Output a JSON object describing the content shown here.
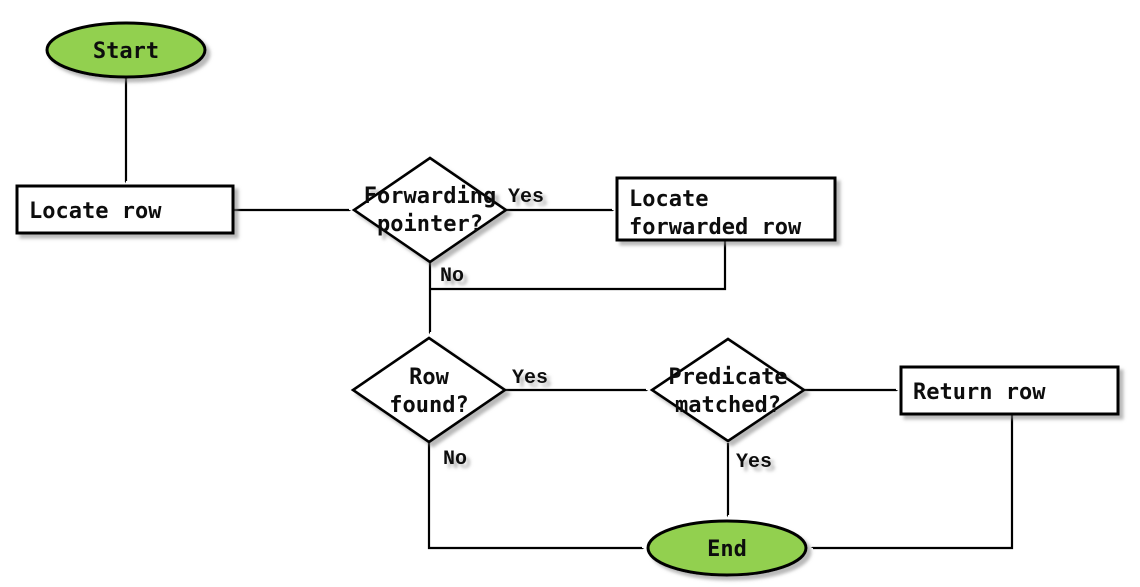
{
  "diagram": {
    "type": "flowchart",
    "background_color": "#ffffff",
    "colors": {
      "terminator_fill": "#92d050",
      "shape_stroke": "#000000",
      "process_fill": "#ffffff",
      "text_color": "#111111"
    },
    "nodes": {
      "start": {
        "type": "terminator",
        "label": "Start"
      },
      "locate_row": {
        "type": "process",
        "label": "Locate row"
      },
      "forwarding_pointer": {
        "type": "decision",
        "line1": "Forwarding",
        "line2": "pointer?"
      },
      "locate_forwarded_row": {
        "type": "process",
        "line1": "Locate",
        "line2": "forwarded row"
      },
      "row_found": {
        "type": "decision",
        "line1": "Row",
        "line2": "found?"
      },
      "predicate_matched": {
        "type": "decision",
        "line1": "Predicate",
        "line2": "matched?"
      },
      "return_row": {
        "type": "process",
        "label": "Return row"
      },
      "end": {
        "type": "terminator",
        "label": "End"
      }
    },
    "edge_labels": {
      "forwarding_pointer_yes": "Yes",
      "forwarding_pointer_no": "No",
      "row_found_yes": "Yes",
      "row_found_no": "No",
      "predicate_matched_yes": "Yes"
    }
  }
}
